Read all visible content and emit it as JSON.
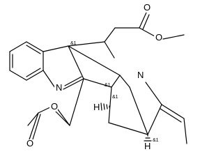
{
  "molecule": {
    "atom_labels": {
      "carbonyl_oxygen": "O",
      "ester_oxygen": "O",
      "indolenine_nitrogen": "N",
      "amine_nitrogen": "N",
      "acetate_ether_oxygen": "O",
      "acetate_carbonyl_oxygen": "O"
    },
    "stereo_labels": {
      "spiro_center": "&1",
      "bridge_carbon": "&1",
      "hydrogen_center": "&1",
      "lower_bridgehead": "&1"
    },
    "hydrogen_labels": {
      "upper_h": "H",
      "lower_h": "H"
    }
  }
}
